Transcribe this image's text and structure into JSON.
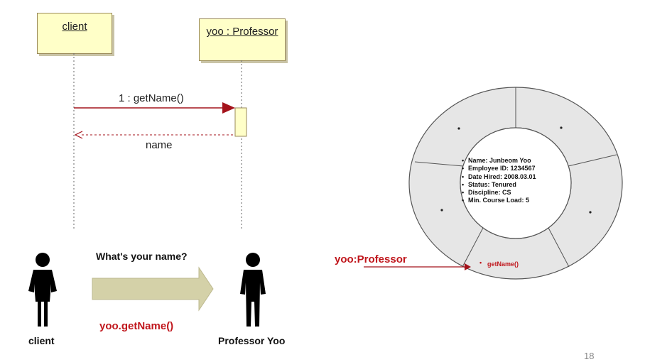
{
  "sequence_diagram": {
    "lifelines": [
      {
        "label": "client"
      },
      {
        "label": "yoo : Professor"
      }
    ],
    "call_message": "1 : getName()",
    "return_message": "name"
  },
  "analogy": {
    "question": "What's your name?",
    "call_code": "yoo.getName()",
    "caller_label": "client",
    "callee_label": "Professor Yoo"
  },
  "object_model": {
    "object_label": "yoo:Professor",
    "attributes": [
      "Name: Junbeom Yoo",
      "Employee ID: 1234567",
      "Date Hired: 2008.03.01",
      "Status: Tenured",
      "Discipline: CS",
      "Min. Course Load: 5"
    ],
    "method_bullet": "•",
    "method_label": "getName()"
  },
  "page_number": "18",
  "colors": {
    "lifeline_fill": "#ffffc8",
    "message_red": "#a4131b",
    "label_red": "#c0161c",
    "arrow_fill": "#d4d1a8",
    "ring_fill": "#e6e6e6"
  }
}
